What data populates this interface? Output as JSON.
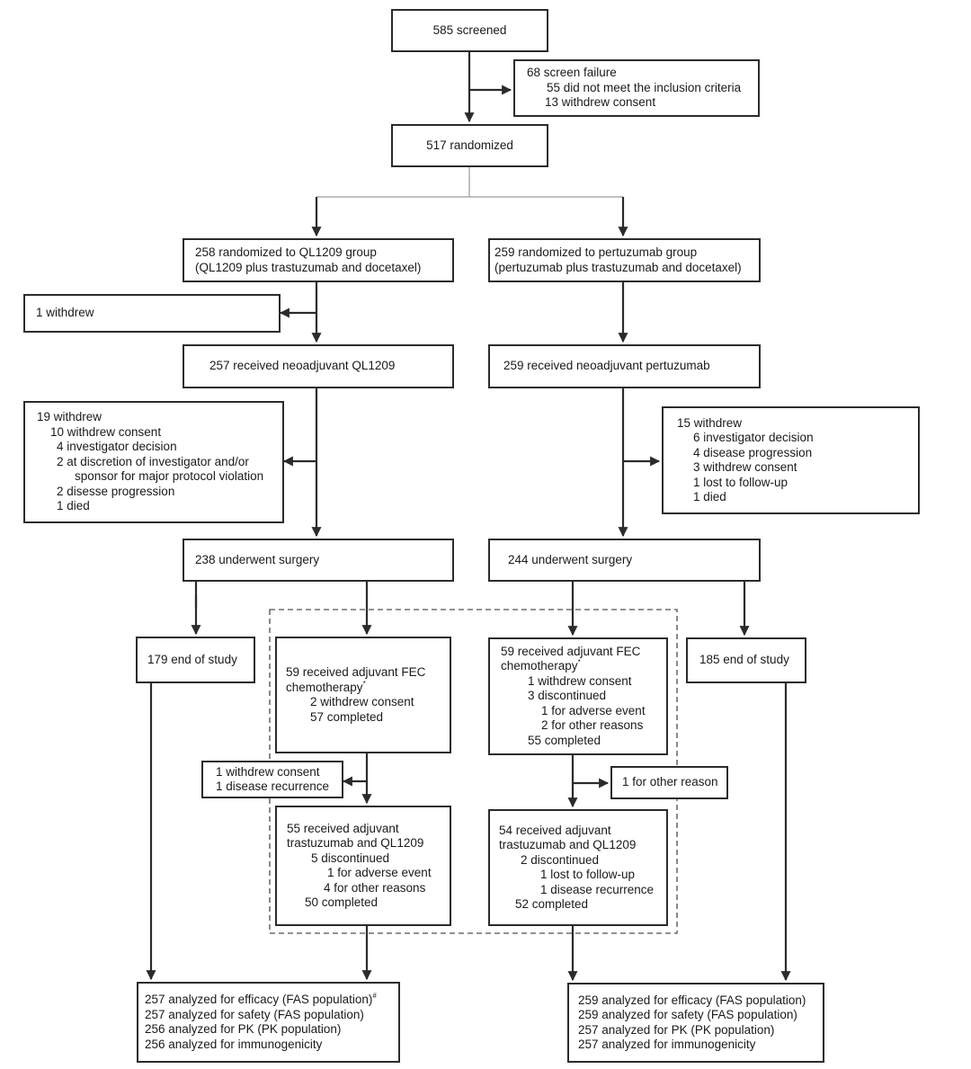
{
  "screened": {
    "text": "585 screened"
  },
  "screen_failure": {
    "title": "68 screen failure",
    "lines": [
      "55 did not meet the inclusion criteria",
      "13 withdrew consent"
    ]
  },
  "randomized": {
    "text": "517 randomized"
  },
  "ql_arm": {
    "randomized": [
      "258 randomized to QL1209 group",
      "(QL1209 plus trastuzumab and docetaxel)"
    ],
    "withdrew_early": "1 withdrew",
    "received": "257 received neoadjuvant QL1209",
    "withdrew": {
      "title": "19 withdrew",
      "lines": [
        "10  withdrew consent",
        "4  investigator decision",
        "2  at discretion of investigator and/or",
        "sponsor for major protocol violation",
        "2  disesse progression",
        "1  died"
      ]
    },
    "surgery": "238 underwent surgery",
    "end_of_study": "179 end of study",
    "fec": {
      "lines": [
        "59 received adjuvant FEC",
        "chemotherapy"
      ],
      "mark": "*",
      "sub": [
        "2 withdrew consent",
        "57 completed"
      ]
    },
    "between": [
      "1 withdrew consent",
      "1 disease recurrence"
    ],
    "adjuvant": {
      "lines": [
        "55 received adjuvant",
        "trastuzumab and QL1209",
        "5 discontinued",
        "1 for adverse event",
        "4 for other reasons",
        "50 completed"
      ]
    },
    "analysis": {
      "line1": "257 analyzed for efficacy (FAS population)",
      "mark": "#",
      "lines": [
        "257 analyzed for safety (FAS population)",
        "256 analyzed for PK (PK population)",
        "256 analyzed for immunogenicity"
      ]
    }
  },
  "pertuzumab_arm": {
    "randomized": [
      "259 randomized to pertuzumab group",
      "(pertuzumab plus trastuzumab and docetaxel)"
    ],
    "received": "259 received neoadjuvant pertuzumab",
    "withdrew": {
      "title": "15 withdrew",
      "lines": [
        "6  investigator decision",
        "4  disease progression",
        "3  withdrew consent",
        "1  lost to follow-up",
        "1  died"
      ]
    },
    "surgery": "244 underwent surgery",
    "end_of_study": "185 end of study",
    "fec": {
      "line1": "59 received adjuvant FEC",
      "line2": "chemotherapy",
      "mark": "*",
      "sub": [
        "1 withdrew consent",
        "3 discontinued",
        "1 for adverse event",
        "2 for other reasons",
        "55 completed"
      ]
    },
    "between": "1 for other reason",
    "adjuvant": {
      "lines": [
        "54 received adjuvant",
        "trastuzumab and QL1209",
        "2 discontinued",
        "1 lost to follow-up",
        "1 disease recurrence",
        "52 completed"
      ]
    },
    "analysis": {
      "lines": [
        "259 analyzed for efficacy (FAS population)",
        "259 analyzed for safety (FAS population)",
        "257 analyzed for PK (PK population)",
        "257 analyzed for immunogenicity"
      ]
    }
  },
  "colors": {
    "line": "#2b2b2b",
    "split_line": "#9a9a9a",
    "dashed_frame": "#6e6e6e"
  }
}
